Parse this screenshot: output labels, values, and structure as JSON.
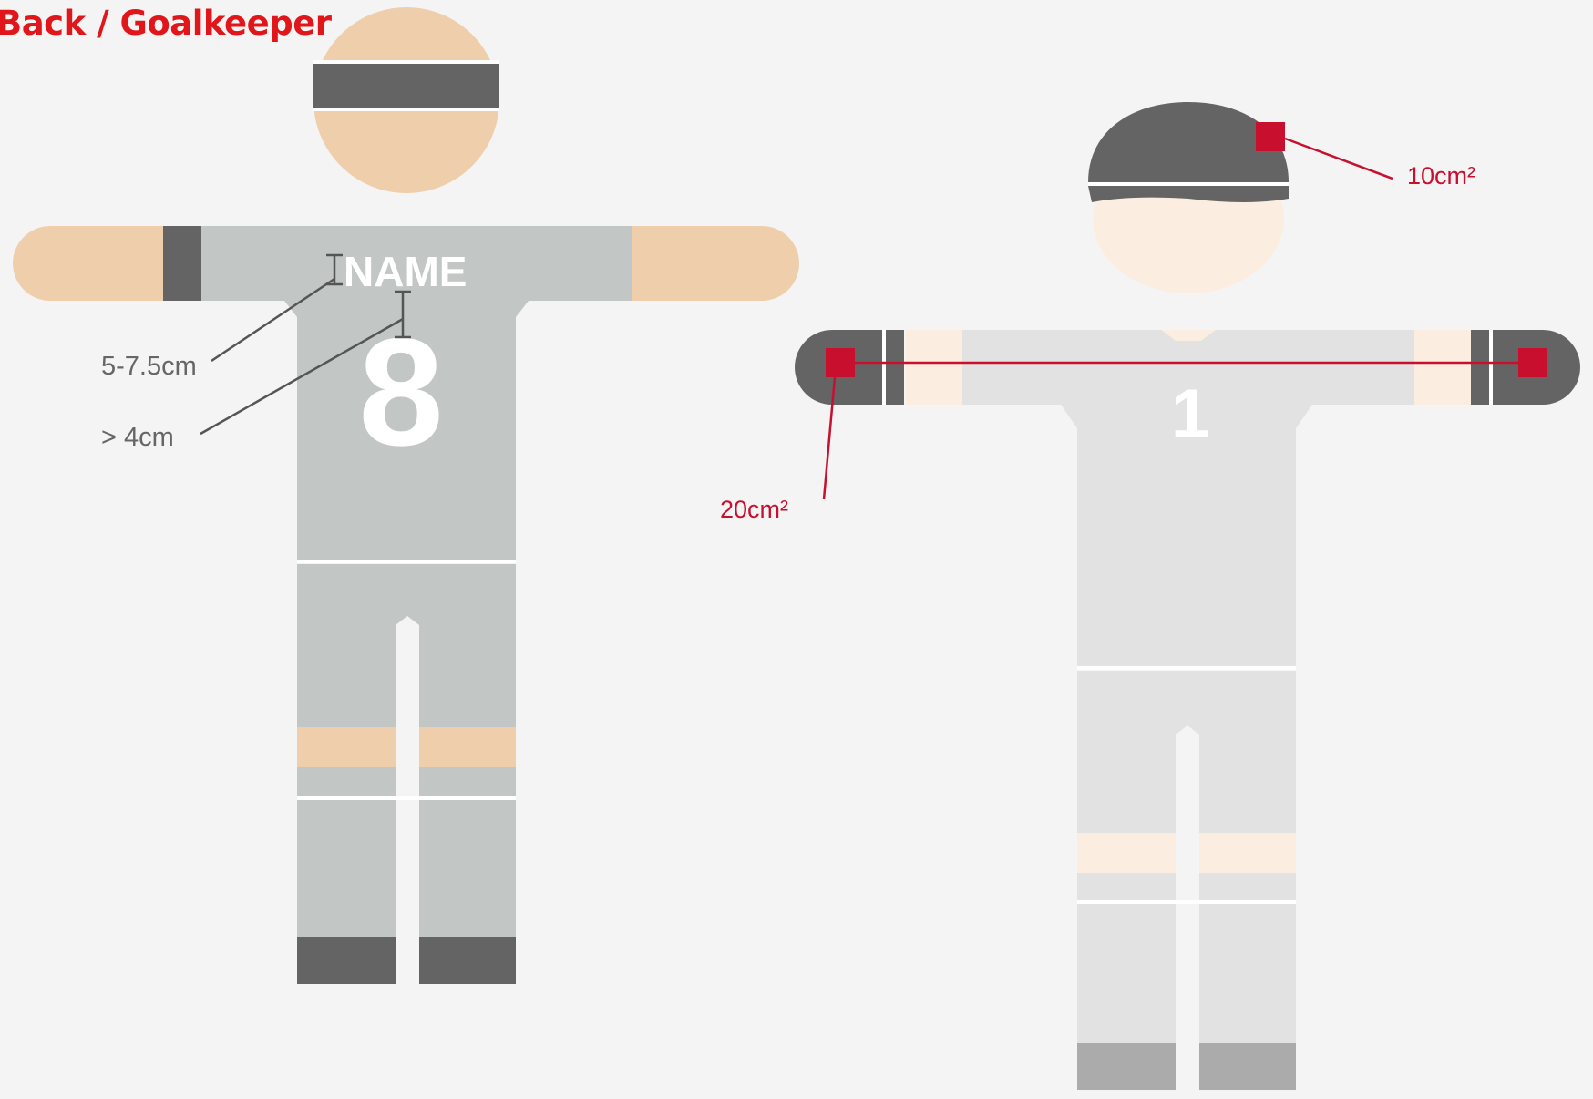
{
  "heading": "Back / Goalkeeper",
  "outfield_player": {
    "name_text": "NAME",
    "shirt_number": "8",
    "dimensions": {
      "name_height": "5-7.5cm",
      "name_number_gap": "> 4cm"
    }
  },
  "goalkeeper": {
    "shirt_number": "1",
    "areas": {
      "cap_logo": "10cm²",
      "sleeve_logo": "20cm²"
    }
  },
  "colors": {
    "heading": "#e0161b",
    "highlight": "#c8102e",
    "kit_grey": "#c2c6c4",
    "dark_grey": "#646464",
    "skin": "#efcfab"
  }
}
